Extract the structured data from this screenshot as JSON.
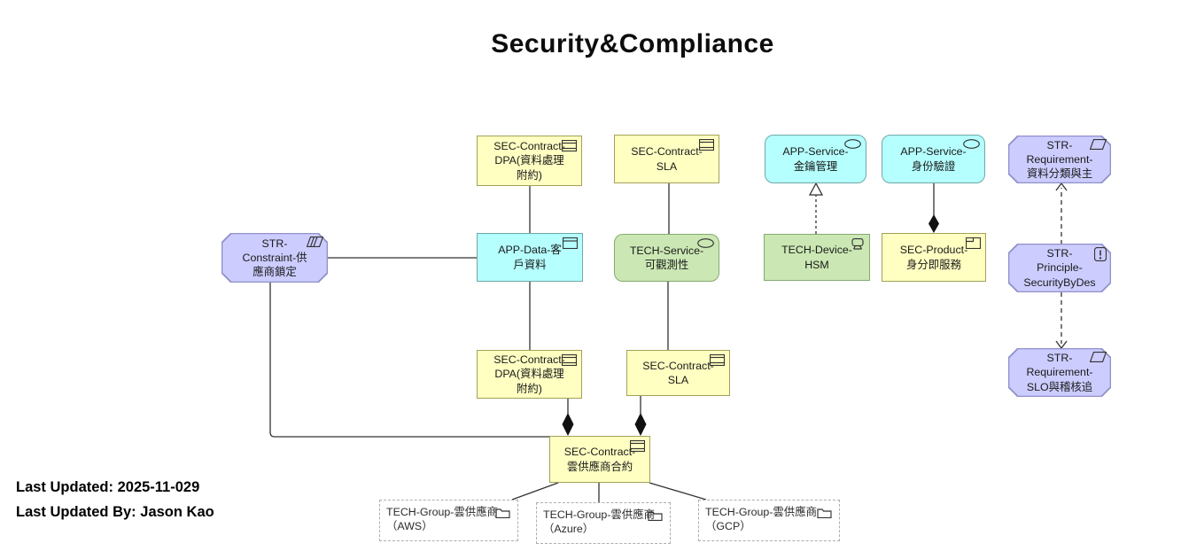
{
  "title": "Security&Compliance",
  "footer": {
    "last_updated": "Last Updated: 2025-11-029",
    "last_updated_by": "Last Updated By: Jason Kao"
  },
  "colors": {
    "contract_fill": "#FFFFC2",
    "contract_border": "#A2A258",
    "application_fill": "#B5FFFF",
    "application_border": "#6FA8A8",
    "technology_fill": "#CBE8B4",
    "technology_border": "#85A96F",
    "motivation_fill": "#CCCCFF",
    "motivation_border": "#9191C9",
    "group_border": "#ADADAD",
    "connector": "#333333"
  },
  "nodes": {
    "contract_dpa_top": {
      "type": "contract",
      "label": "SEC-Contract-\nDPA(資料處理\n附約)"
    },
    "contract_sla_top": {
      "type": "contract",
      "label": "SEC-Contract-\nSLA"
    },
    "app_service_key": {
      "type": "service",
      "label": "APP-Service-\n金鑰管理"
    },
    "app_service_auth": {
      "type": "service",
      "label": "APP-Service-\n身份驗證"
    },
    "req_data_class": {
      "type": "requirement",
      "label": "STR-\nRequirement-\n資料分類與主"
    },
    "constraint_vendor": {
      "type": "constraint",
      "label": "STR-\nConstraint-供\n應商鎖定"
    },
    "app_data_customer": {
      "type": "data-object",
      "label": "APP-Data-客\n戶資料"
    },
    "tech_service_obs": {
      "type": "service",
      "label": "TECH-Service-\n可觀測性"
    },
    "tech_device_hsm": {
      "type": "device",
      "label": "TECH-Device-\nHSM"
    },
    "sec_product_idaas": {
      "type": "product",
      "label": "SEC-Product-\n身分即服務"
    },
    "principle_sbd": {
      "type": "principle",
      "label": "STR-\nPrinciple-\nSecurityByDes"
    },
    "contract_dpa_bottom": {
      "type": "contract",
      "label": "SEC-Contract-\nDPA(資料處理\n附約)"
    },
    "contract_sla_bottom": {
      "type": "contract",
      "label": "SEC-Contract-\nSLA"
    },
    "req_slo_audit": {
      "type": "requirement",
      "label": "STR-\nRequirement-\nSLO與稽核追"
    },
    "contract_cloud": {
      "type": "contract",
      "label": "SEC-Contract-\n雲供應商合約"
    },
    "group_aws": {
      "type": "group",
      "label": "TECH-Group-雲供應商\n（AWS）"
    },
    "group_azure": {
      "type": "group",
      "label": "TECH-Group-雲供應商\n（Azure）"
    },
    "group_gcp": {
      "type": "group",
      "label": "TECH-Group-雲供應商\n（GCP）"
    }
  }
}
